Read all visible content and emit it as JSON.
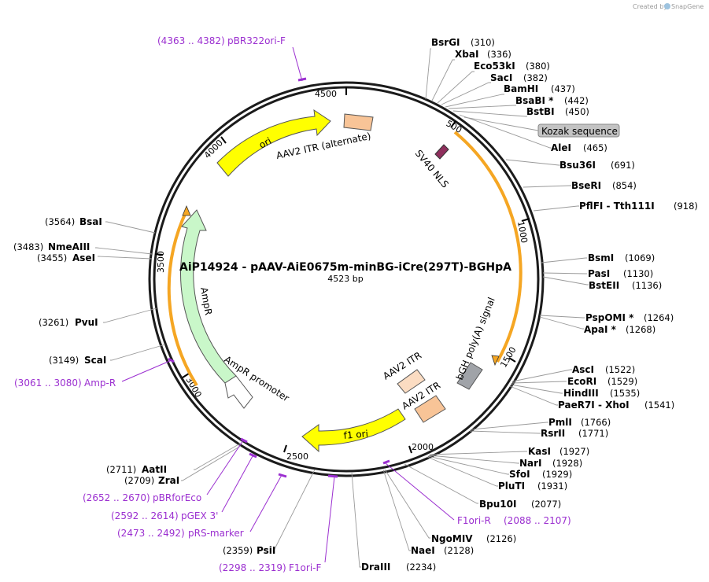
{
  "plasmid": {
    "name": "AiP14924 - pAAV-AiE0675m-minBG-iCre(297T)-BGHpA",
    "length_label": "4523 bp",
    "length": 4523
  },
  "watermark": {
    "created_by": "Created by",
    "brand": "SnapGene"
  },
  "colors": {
    "primer": "#9b2fd0",
    "ori": "#ffff00",
    "ampr": "#c9f7c9",
    "itr": "#f8c497",
    "itr_light": "#fbdcc2",
    "polyA": "#a0a3a8",
    "nls": "#8f2f5d",
    "orf": "#f5a623",
    "kozak_fill": "#c3c3c3"
  },
  "ticks": [
    "500",
    "1000",
    "1500",
    "2000",
    "2500",
    "3000",
    "3500",
    "4000",
    "4500"
  ],
  "enzymes": [
    {
      "id": "bsrgi",
      "name": "BsrGI",
      "pos": "(310)"
    },
    {
      "id": "xbai",
      "name": "XbaI",
      "pos": "(336)"
    },
    {
      "id": "eco53ki",
      "name": "Eco53kI",
      "pos": "(380)"
    },
    {
      "id": "saci",
      "name": "SacI",
      "pos": "(382)"
    },
    {
      "id": "bamhi",
      "name": "BamHI",
      "pos": "(437)"
    },
    {
      "id": "bsabi",
      "name": "BsaBI *",
      "pos": "(442)"
    },
    {
      "id": "bstbi",
      "name": "BstBI",
      "pos": "(450)"
    },
    {
      "id": "alei",
      "name": "AleI",
      "pos": "(465)"
    },
    {
      "id": "bsu36i",
      "name": "Bsu36I",
      "pos": "(691)"
    },
    {
      "id": "bseri",
      "name": "BseRI",
      "pos": "(854)"
    },
    {
      "id": "pflfi",
      "name": "PflFI - Tth111I",
      "pos": "(918)"
    },
    {
      "id": "bsmi",
      "name": "BsmI",
      "pos": "(1069)"
    },
    {
      "id": "pasi",
      "name": "PasI",
      "pos": "(1130)"
    },
    {
      "id": "bsteii",
      "name": "BstEII",
      "pos": "(1136)"
    },
    {
      "id": "pspomi",
      "name": "PspOMI *",
      "pos": "(1264)"
    },
    {
      "id": "apai",
      "name": "ApaI *",
      "pos": "(1268)"
    },
    {
      "id": "asci",
      "name": "AscI",
      "pos": "(1522)"
    },
    {
      "id": "ecori",
      "name": "EcoRI",
      "pos": "(1529)"
    },
    {
      "id": "hindiii",
      "name": "HindIII",
      "pos": "(1535)"
    },
    {
      "id": "paer7i",
      "name": "PaeR7I - XhoI",
      "pos": "(1541)"
    },
    {
      "id": "pmli",
      "name": "PmlI",
      "pos": "(1766)"
    },
    {
      "id": "rsrii",
      "name": "RsrII",
      "pos": "(1771)"
    },
    {
      "id": "kasi",
      "name": "KasI",
      "pos": "(1927)"
    },
    {
      "id": "nari",
      "name": "NarI",
      "pos": "(1928)"
    },
    {
      "id": "sfoi",
      "name": "SfoI",
      "pos": "(1929)"
    },
    {
      "id": "pluti",
      "name": "PluTI",
      "pos": "(1931)"
    },
    {
      "id": "bpu10i",
      "name": "Bpu10I",
      "pos": "(2077)"
    },
    {
      "id": "ngomiv",
      "name": "NgoMIV",
      "pos": "(2126)"
    },
    {
      "id": "naei",
      "name": "NaeI",
      "pos": "(2128)"
    },
    {
      "id": "draiii",
      "name": "DraIII",
      "pos": "(2234)"
    },
    {
      "id": "psii",
      "name": "PsiI",
      "pos": "(2359)"
    },
    {
      "id": "zrai",
      "name": "ZraI",
      "pos": "(2709)"
    },
    {
      "id": "aatii",
      "name": "AatII",
      "pos": "(2711)"
    },
    {
      "id": "scai",
      "name": "ScaI",
      "pos": "(3149)"
    },
    {
      "id": "pvui",
      "name": "PvuI",
      "pos": "(3261)"
    },
    {
      "id": "asei",
      "name": "AseI",
      "pos": "(3455)"
    },
    {
      "id": "nmeaiii",
      "name": "NmeAIII",
      "pos": "(3483)"
    },
    {
      "id": "bsai",
      "name": "BsaI",
      "pos": "(3564)"
    }
  ],
  "primers": [
    {
      "id": "pbr322ori-f",
      "name": "pBR322ori-F",
      "range": "(4363 .. 4382)"
    },
    {
      "id": "f1ori-r",
      "name": "F1ori-R",
      "range": "(2088 .. 2107)"
    },
    {
      "id": "f1ori-f",
      "name": "F1ori-F",
      "range": "(2298 .. 2319)"
    },
    {
      "id": "prs-marker",
      "name": "pRS-marker",
      "range": "(2473 .. 2492)"
    },
    {
      "id": "pgex3",
      "name": "pGEX 3'",
      "range": "(2592 .. 2614)"
    },
    {
      "id": "pbrforeco",
      "name": "pBRforEco",
      "range": "(2652 .. 2670)"
    },
    {
      "id": "amp-r",
      "name": "Amp-R",
      "range": "(3061 .. 3080)"
    }
  ],
  "features": {
    "ori": "ori",
    "aav2_itr_alternate": "AAV2 ITR (alternate)",
    "sv40_nls": "SV40 NLS",
    "kozak": "Kozak sequence",
    "bgh_polya": "bGH poly(A) signal",
    "aav2_itr_1": "AAV2 ITR",
    "aav2_itr_2": "AAV2 ITR",
    "f1_ori": "f1 ori",
    "ampr": "AmpR",
    "ampr_promoter": "AmpR promoter"
  }
}
